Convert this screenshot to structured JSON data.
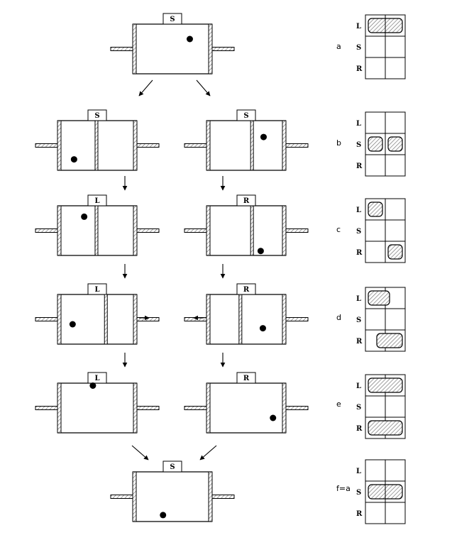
{
  "panels": [
    {
      "label": "S",
      "wall": 100,
      "ball": [
        0.74,
        0.3
      ]
    },
    {
      "label": "S",
      "wall": 0.49,
      "ball": [
        0.18,
        0.78
      ]
    },
    {
      "label": "S",
      "wall": 0.58,
      "ball": [
        0.74,
        0.33
      ]
    },
    {
      "label": "L",
      "wall": 0.49,
      "ball": [
        0.32,
        0.22
      ]
    },
    {
      "label": "R",
      "wall": 0.58,
      "ball": [
        0.7,
        0.91
      ]
    },
    {
      "label": "L",
      "wall": 0.62,
      "ball": [
        0.16,
        0.6
      ],
      "arrow": "right"
    },
    {
      "label": "R",
      "wall": 0.42,
      "ball": [
        0.73,
        0.68
      ],
      "arrow": "left"
    },
    {
      "label": "L",
      "wall": 100,
      "ball": [
        0.44,
        0.05
      ]
    },
    {
      "label": "R",
      "wall": 100,
      "ball": [
        0.87,
        0.7
      ]
    },
    {
      "label": "S",
      "wall": 100,
      "ball": [
        0.37,
        0.87
      ]
    }
  ],
  "steps": [
    {
      "label": "a",
      "cells": [
        [
          1,
          0,
          0
        ],
        [
          1,
          0,
          0
        ]
      ]
    },
    {
      "label": "b",
      "cells": [
        [
          0,
          1,
          0
        ],
        [
          0,
          1,
          0
        ]
      ]
    },
    {
      "label": "c",
      "cells": [
        [
          1,
          0,
          0
        ],
        [
          0,
          0,
          1
        ]
      ]
    },
    {
      "label": "d",
      "cells": [
        [
          1,
          0,
          0
        ],
        [
          0,
          0,
          1
        ]
      ],
      "offset": true
    },
    {
      "label": "e",
      "cells": [
        [
          1,
          0,
          1
        ],
        [
          1,
          0,
          1
        ]
      ]
    },
    {
      "label": "f=a",
      "cells": [
        [
          0,
          1,
          0
        ],
        [
          0,
          1,
          0
        ]
      ]
    }
  ],
  "row_labels": [
    "L",
    "S",
    "R"
  ]
}
